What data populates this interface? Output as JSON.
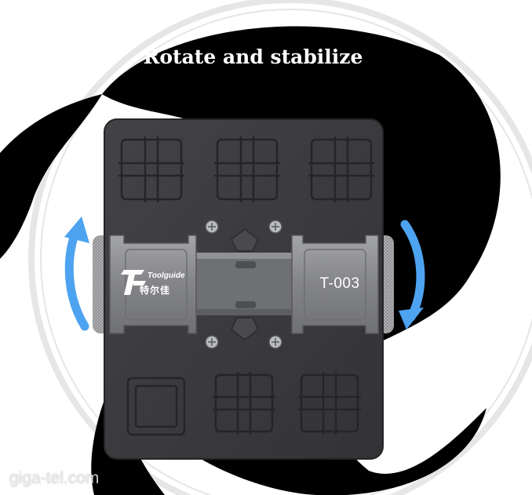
{
  "headline": "Rotate and stabilize",
  "product": {
    "model": "T-003",
    "brand_en": "Toolguide",
    "brand_cn": "特尔佳"
  },
  "watermark": "giga-tel.com",
  "icons": {
    "left_arrow": "rotate-counterclockwise-arrow-icon",
    "right_arrow": "rotate-clockwise-arrow-icon"
  },
  "colors": {
    "arrow": "#4da3f0",
    "plate": "#3a3a3c",
    "clamp": "#8d8e92",
    "swirl": "#000000"
  }
}
